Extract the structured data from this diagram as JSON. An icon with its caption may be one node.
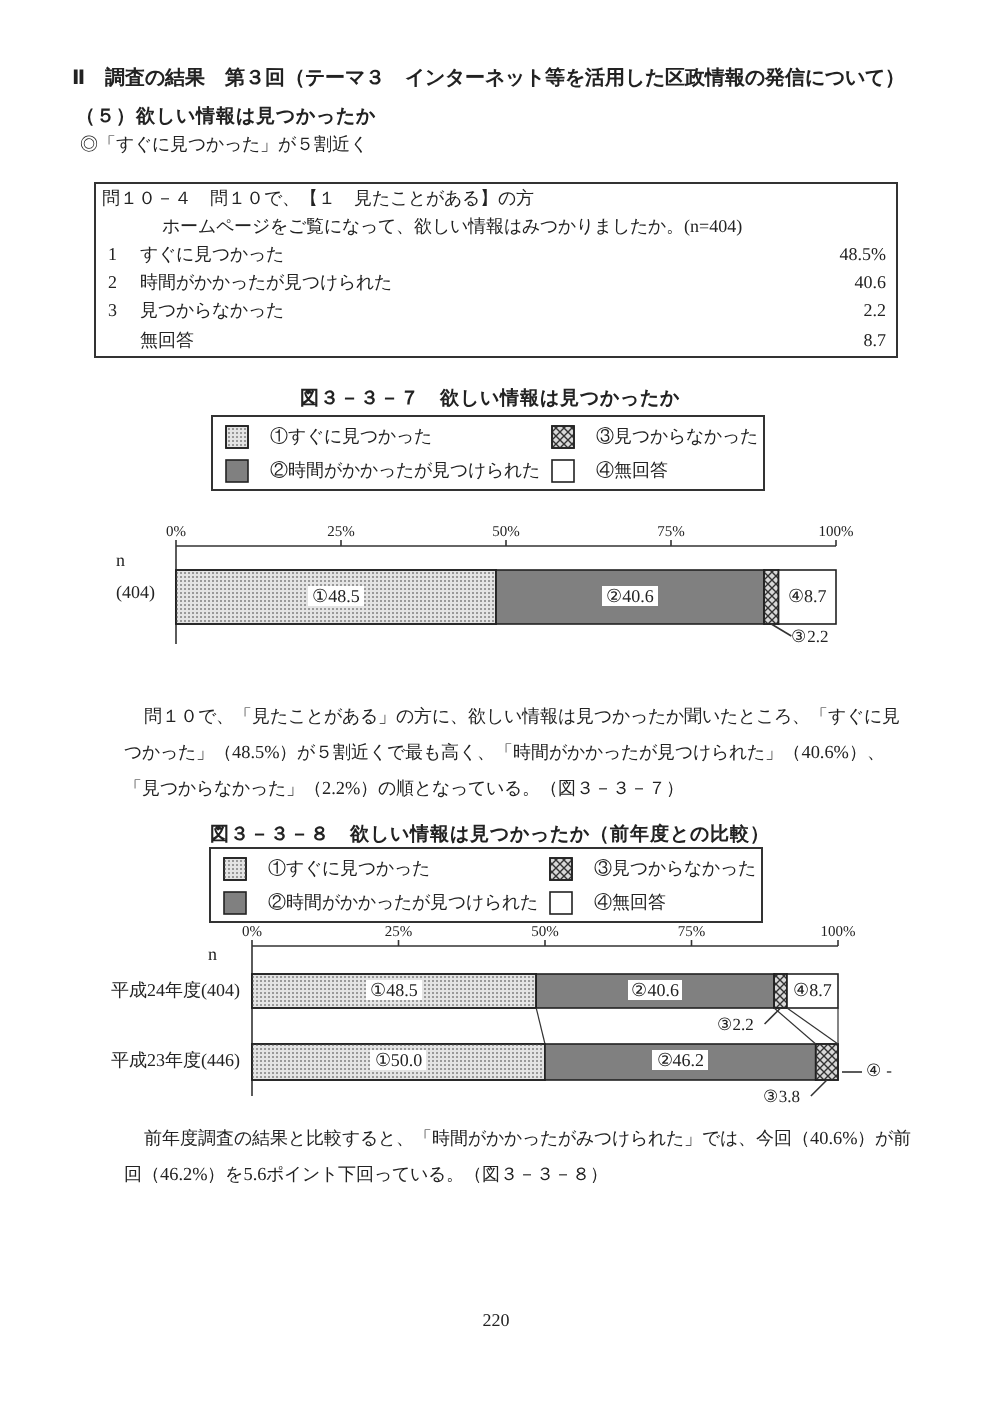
{
  "diagram": {
    "title": "Ⅱ　調査の結果　第３回（テーマ３　インターネット等を活用した区政情報の発信について）",
    "nodes": [
      {
        "text": [
          "問１０－４　問１０で、【１　見たことがある】の方",
          "ホームページをご覧になって、欲しい情報はみつかりましたか。(n=404)",
          "1",
          "すぐに見つかった",
          "48.5%",
          "2",
          "時間がかかったが見つけられた",
          "40.6",
          "3",
          "見つからなかった",
          "2.2",
          "無回答",
          "8.7"
        ]
      }
    ],
    "labels": [
      "（５）欲しい情報は見つかったか",
      "◎「すぐに見つかった」が５割近く",
      "図３－３－７　欲しい情報は見つかったか",
      "0%",
      "25%",
      "50%",
      "75%",
      "100%",
      "n",
      "(404)",
      "①48.5",
      "②40.6",
      "④8.7",
      "③2.2",
      "問１０で、「見たことがある」の方に、欲しい情報は見つかったか聞いたところ、「すぐに見つかった」（48.5%）が５割近くで最も高く、「時間がかかったが見つけられた」（40.6%）、「見つからなかった」（2.2%）の順となっている。（図３－３－７）",
      "n",
      "前年度調査の結果と比較すると、「時間がかかったがみつけられた」では、今回（40.6%）が前回（46.2%）を5.6ポイント下回っている。（図３－３－８）",
      "220"
    ],
    "legend": [
      {
        "text": "①すぐに見つかった",
        "color": "#e4e4e4"
      },
      {
        "text": "②時間がかかったが見つけられた",
        "color": "#808080"
      },
      {
        "text": "③見つからなかった",
        "color": "#d8d8d8"
      },
      {
        "text": "④無回答"
      },
      {
        "text": "①すぐに見つかった",
        "color": "#e4e4e4"
      },
      {
        "text": "②時間がかかったが見つけられた",
        "color": "#808080"
      },
      {
        "text": "③見つからなかった",
        "color": "#d8d8d8"
      },
      {
        "text": "④無回答"
      }
    ],
    "chart_data": {
      "type": "bar",
      "orientation": "horizontal",
      "stacked": true,
      "title": "図３－３－８　欲しい情報は見つかったか（前年度との比較）",
      "categories": [
        "平成24年度(404)",
        "平成23年度(446)"
      ],
      "xlim": [
        0,
        100
      ],
      "xticks": [
        {
          "value": 0,
          "label": "0%"
        },
        {
          "value": 25,
          "label": "25%"
        },
        {
          "value": 50,
          "label": "50%"
        },
        {
          "value": 75,
          "label": "75%"
        },
        {
          "value": 100,
          "label": "100%"
        }
      ],
      "series": [
        {
          "color": "#e4e4e4",
          "values": [
            48.5,
            50.0
          ]
        },
        {
          "color": "#808080",
          "values": [
            40.6,
            46.2
          ]
        },
        {
          "color": "#d8d8d8",
          "values": [
            2.2,
            3.8
          ]
        },
        {
          "color": "#ffffff",
          "values": [
            8.7,
            null
          ]
        }
      ],
      "value_labels": [
        [
          "①48.5",
          "①50.0"
        ],
        [
          "②40.6",
          "②46.2"
        ],
        [
          "③2.2",
          "③3.8"
        ],
        [
          "④8.7",
          "④ -"
        ]
      ]
    }
  }
}
